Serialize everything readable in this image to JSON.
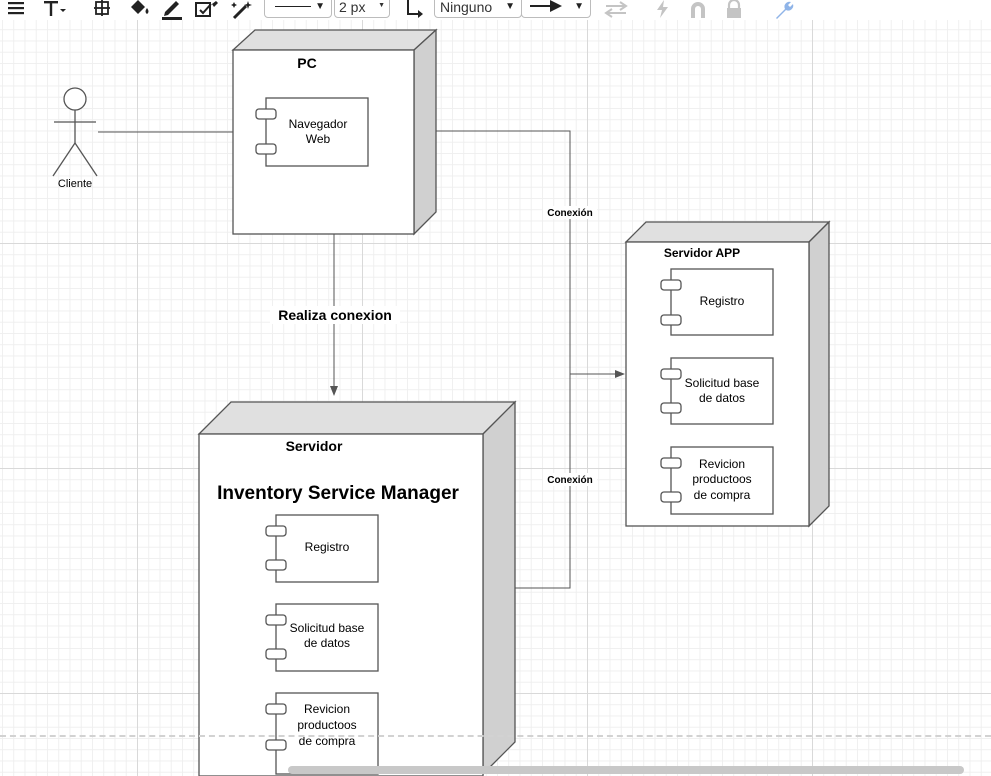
{
  "toolbar": {
    "line_width": "2 px",
    "waypoint_style": "Ninguno",
    "icons": [
      "align-icon",
      "text-format-icon",
      "grid-icon",
      "fill-bucket-icon",
      "line-color-icon",
      "edit-style-icon",
      "magic-wand-icon",
      "line-style-dropdown",
      "line-width-stepper",
      "waypoint-icon",
      "arrow-end-dropdown",
      "swap-arrows-icon",
      "lightning-icon",
      "magnet-icon",
      "lock-icon",
      "wrench-icon"
    ]
  },
  "diagram": {
    "actor": {
      "label": "Cliente"
    },
    "pc_node": {
      "title": "PC",
      "components": [
        {
          "lines": [
            "Navegador",
            "Web"
          ]
        }
      ]
    },
    "servidor_node": {
      "title": "Servidor",
      "subtitle": "Inventory Service Manager",
      "components": [
        {
          "lines": [
            "Registro"
          ]
        },
        {
          "lines": [
            "Solicitud base",
            "de datos"
          ]
        },
        {
          "lines": [
            "Revicion",
            "productoos",
            "de compra"
          ]
        }
      ]
    },
    "app_node": {
      "title": "Servidor APP",
      "components": [
        {
          "lines": [
            "Registro"
          ]
        },
        {
          "lines": [
            "Solicitud base",
            "de datos"
          ]
        },
        {
          "lines": [
            "Revicion",
            "productoos",
            "de compra"
          ]
        }
      ]
    },
    "edge_labels": {
      "realiza": "Realiza conexion",
      "conexion_top": "Conexión",
      "conexion_bottom": "Conexión"
    }
  },
  "colors": {
    "stroke": "#555555",
    "node_top": "#e0e0e0",
    "node_side": "#d0d0d0",
    "toolbar_icon": "#222222",
    "toolbar_disabled": "#c4c4c4",
    "toolbar_accent": "#8fb4e8"
  }
}
